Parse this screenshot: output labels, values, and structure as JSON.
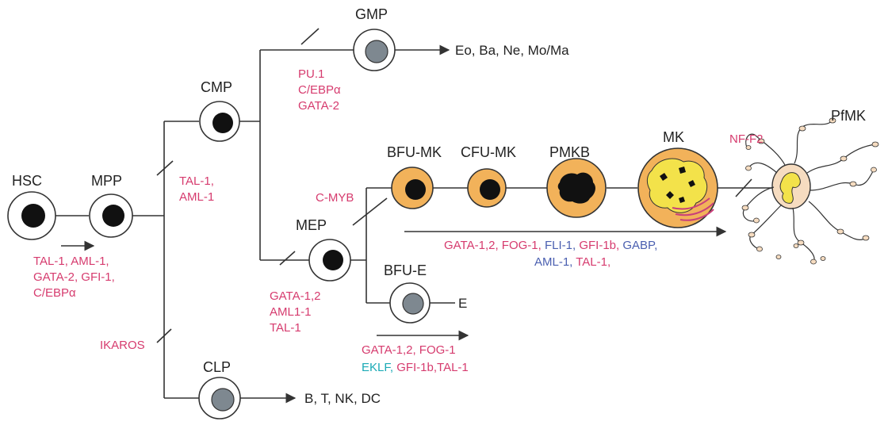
{
  "colors": {
    "line": "#333333",
    "label_text": "#222222",
    "factor_pink": "#d63b6e",
    "factor_blue": "#4a5fb0",
    "factor_teal": "#1aaab5",
    "factor_dark": "#c02050",
    "cell_white": "#ffffff",
    "cell_orange": "#f2b25a",
    "nucleus_black": "#111111",
    "nucleus_gray": "#7e8890",
    "mk_yellow": "#f3e24a",
    "pfmk_body": "#f6dcc0"
  },
  "cells": {
    "hsc": "HSC",
    "mpp": "MPP",
    "cmp": "CMP",
    "gmp": "GMP",
    "mep": "MEP",
    "clp": "CLP",
    "bfu_mk": "BFU-MK",
    "cfu_mk": "CFU-MK",
    "pmkb": "PMKB",
    "mk": "MK",
    "pfmk": "PfMK",
    "bfu_e": "BFU-E"
  },
  "outcomes": {
    "gmp_progeny": "Eo, Ba, Ne, Mo/Ma",
    "clp_progeny": "B, T, NK, DC",
    "erythroid": "E"
  },
  "factors": {
    "hsc_mpp": [
      {
        "text": "TAL-1, AML-1,",
        "color": "pink"
      },
      {
        "text": "GATA-2, GFI-1,",
        "color": "pink"
      },
      {
        "text": "C/EBPα",
        "color": "pink"
      }
    ],
    "cmp_branch": [
      {
        "text": "TAL-1,",
        "color": "pink"
      },
      {
        "text": "AML-1",
        "color": "pink"
      }
    ],
    "gmp_branch": [
      {
        "text": "PU.1",
        "color": "pink"
      },
      {
        "text": "C/EBPα",
        "color": "pink"
      },
      {
        "text": "GATA-2",
        "color": "pink"
      }
    ],
    "mep_branch": [
      {
        "text": "GATA-1,2",
        "color": "pink"
      },
      {
        "text": "AML1-1",
        "color": "pink"
      },
      {
        "text": "TAL-1",
        "color": "pink"
      }
    ],
    "ikaros": "IKAROS",
    "cmyb": "C-MYB",
    "nff2": "NF-F2",
    "mk_line1": [
      {
        "text": "GATA-1,2,  FOG-1, ",
        "color": "pink"
      },
      {
        "text": "FLI-1, ",
        "color": "blue"
      },
      {
        "text": "GFI-1b, ",
        "color": "pink"
      },
      {
        "text": "GABP,",
        "color": "blue"
      }
    ],
    "mk_line2": [
      {
        "text": "AML-1, ",
        "color": "blue"
      },
      {
        "text": "TAL-1,",
        "color": "pink"
      }
    ],
    "e_line1": [
      {
        "text": "GATA-1,2,  FOG-1",
        "color": "pink"
      }
    ],
    "e_line2": [
      {
        "text": "EKLF, ",
        "color": "teal"
      },
      {
        "text": "GFI-1b,TAL-1",
        "color": "pink"
      }
    ]
  }
}
